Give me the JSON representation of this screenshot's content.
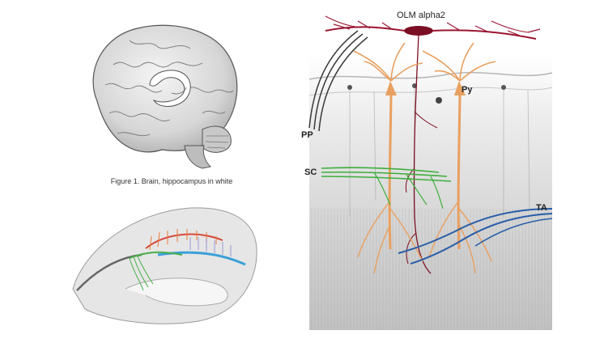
{
  "brain_figure": {
    "caption": "Figure 1. Brain, hippocampus in white"
  },
  "circuit_figure": {
    "labels": {
      "olm": "OLM alpha2",
      "py": "Py",
      "pp": "PP",
      "sc": "SC",
      "ta": "TA"
    },
    "colors": {
      "olm_cell": "#9a1530",
      "pyramidal_cell": "#e8a060",
      "perforant_path": "#3a3a3a",
      "schaffer_collateral": "#3cae3c",
      "temporoammonic": "#2a5ea8"
    }
  }
}
